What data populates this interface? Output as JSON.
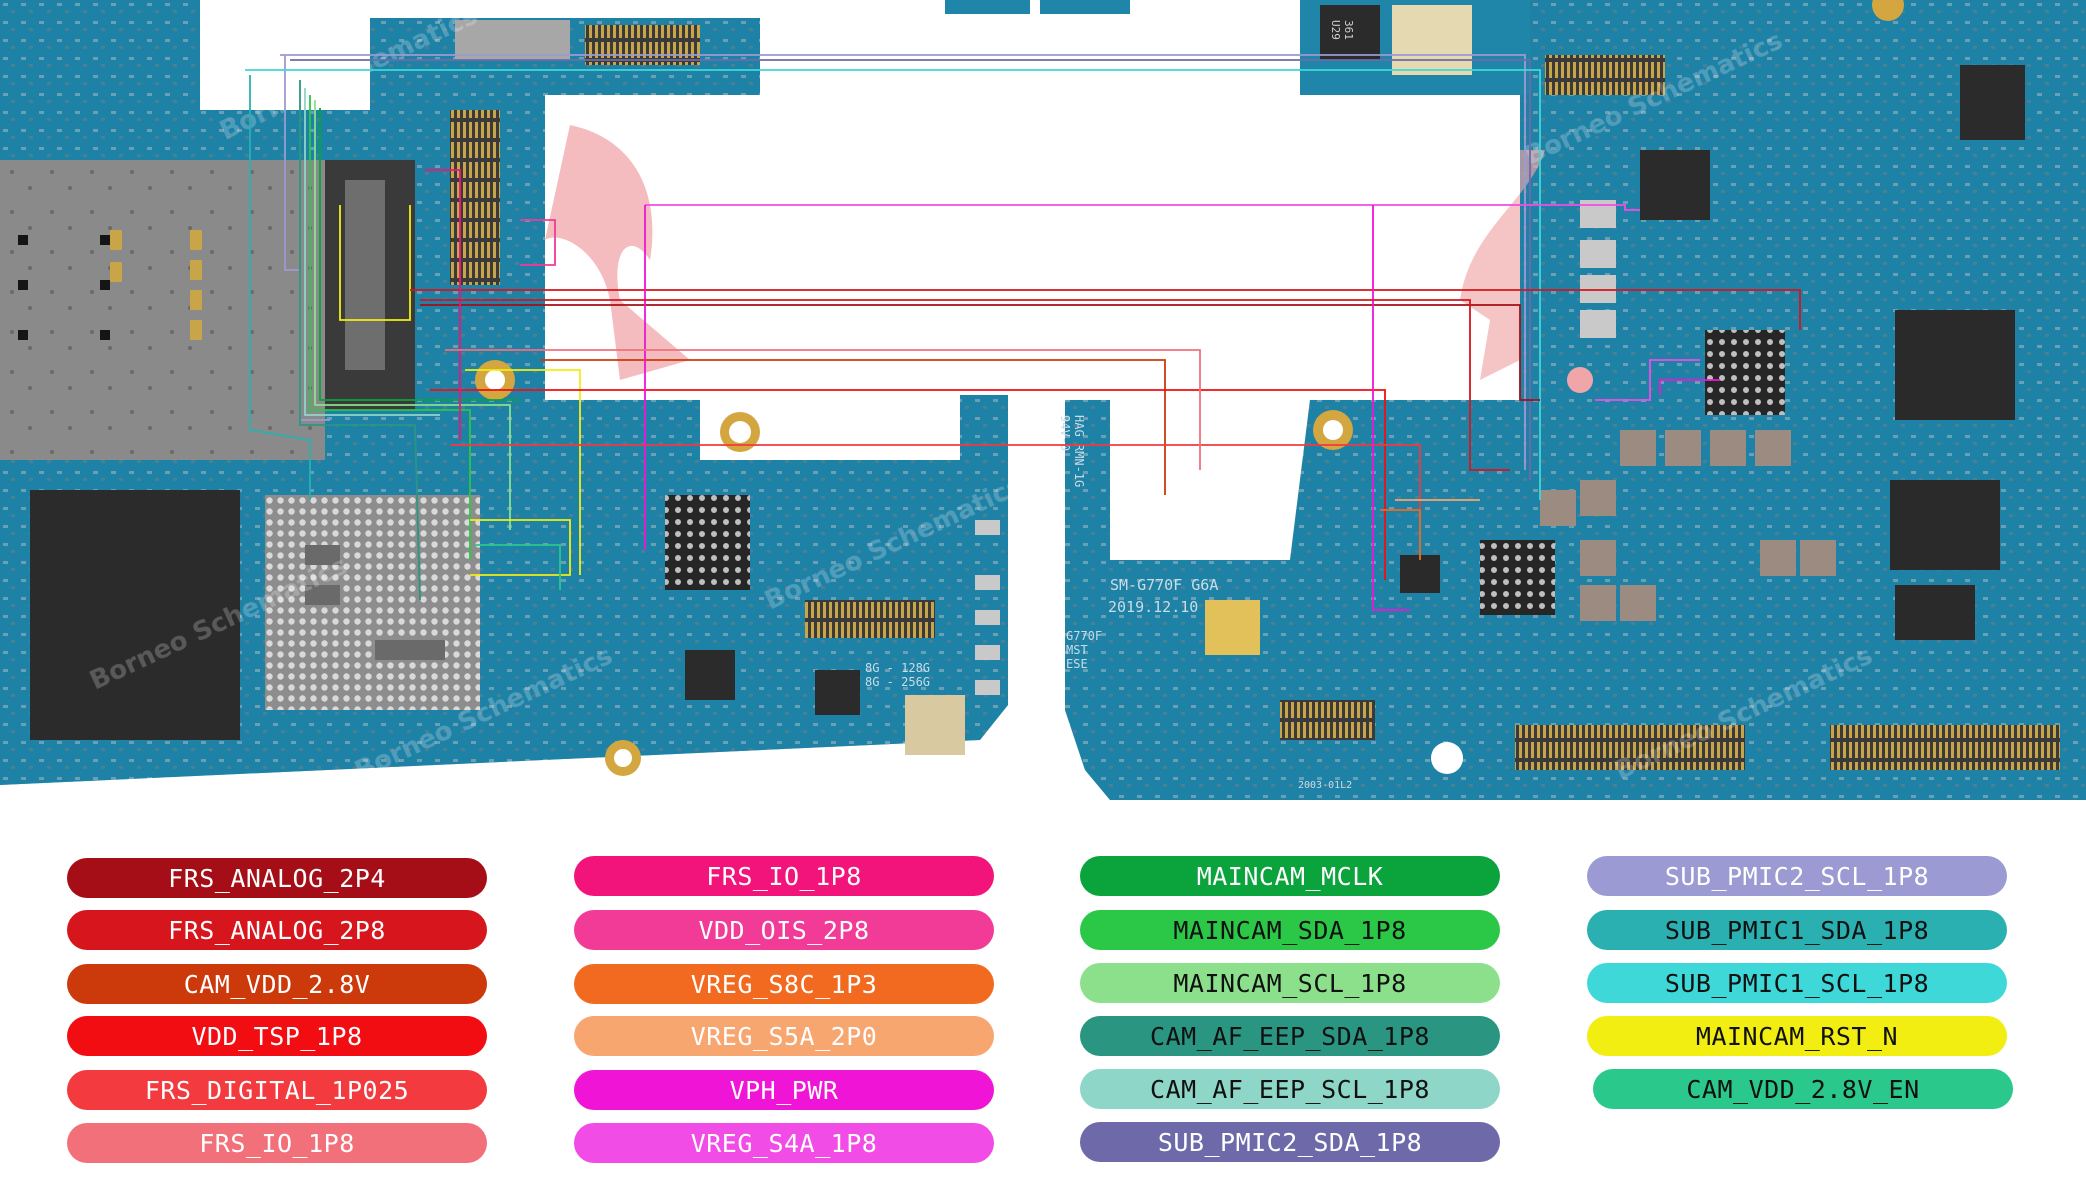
{
  "board": {
    "label_model": "SM-G770F G6A",
    "label_date": "2019.12.10",
    "label_variant": "G770F\nMST\nESE",
    "label_sizes": "8G - 128G\n8G - 256G",
    "label_rev": "HAG RMN-1G\n94V-0",
    "label_bottom": "2003-01L2",
    "label_ic": "361\nU29",
    "watermark": "Borneo Schematics"
  },
  "legend": {
    "col1": [
      {
        "label": "FRS_ANALOG_2P4",
        "color": "#a50e16"
      },
      {
        "label": "FRS_ANALOG_2P8",
        "color": "#d6151d"
      },
      {
        "label": "CAM_VDD_2.8V",
        "color": "#cc3a0c"
      },
      {
        "label": "VDD_TSP_1P8",
        "color": "#f20d12"
      },
      {
        "label": "FRS_DIGITAL_1P025",
        "color": "#f23a3f"
      },
      {
        "label": "FRS_IO_1P8",
        "color": "#f2707a"
      }
    ],
    "col2": [
      {
        "label": "FRS_IO_1P8",
        "color": "#f2147a"
      },
      {
        "label": "VDD_OIS_2P8",
        "color": "#f23a97"
      },
      {
        "label": "VREG_S8C_1P3",
        "color": "#f26a1f"
      },
      {
        "label": "VREG_S5A_2P0",
        "color": "#f7a670"
      },
      {
        "label": "VPH_PWR",
        "color": "#f014d6"
      },
      {
        "label": "VREG_S4A_1P8",
        "color": "#f24ce6"
      }
    ],
    "col3": [
      {
        "label": "MAINCAM_MCLK",
        "color": "#0aa33c"
      },
      {
        "label": "MAINCAM_SDA_1P8",
        "color": "#2bc747"
      },
      {
        "label": "MAINCAM_SCL_1P8",
        "color": "#8ce08c"
      },
      {
        "label": "CAM_AF_EEP_SDA_1P8",
        "color": "#2a9682"
      },
      {
        "label": "CAM_AF_EEP_SCL_1P8",
        "color": "#8ed6c8"
      },
      {
        "label": "SUB_PMIC2_SDA_1P8",
        "color": "#6e6aaa"
      }
    ],
    "col4": [
      {
        "label": "SUB_PMIC2_SCL_1P8",
        "color": "#9c9ad2"
      },
      {
        "label": "SUB_PMIC1_SDA_1P8",
        "color": "#2ab0b0"
      },
      {
        "label": "SUB_PMIC1_SCL_1P8",
        "color": "#3ed8d8"
      },
      {
        "label": "MAINCAM_RST_N",
        "color": "#f2ee12"
      },
      {
        "label": "CAM_VDD_2.8V_EN",
        "color": "#2ac88a"
      }
    ]
  }
}
